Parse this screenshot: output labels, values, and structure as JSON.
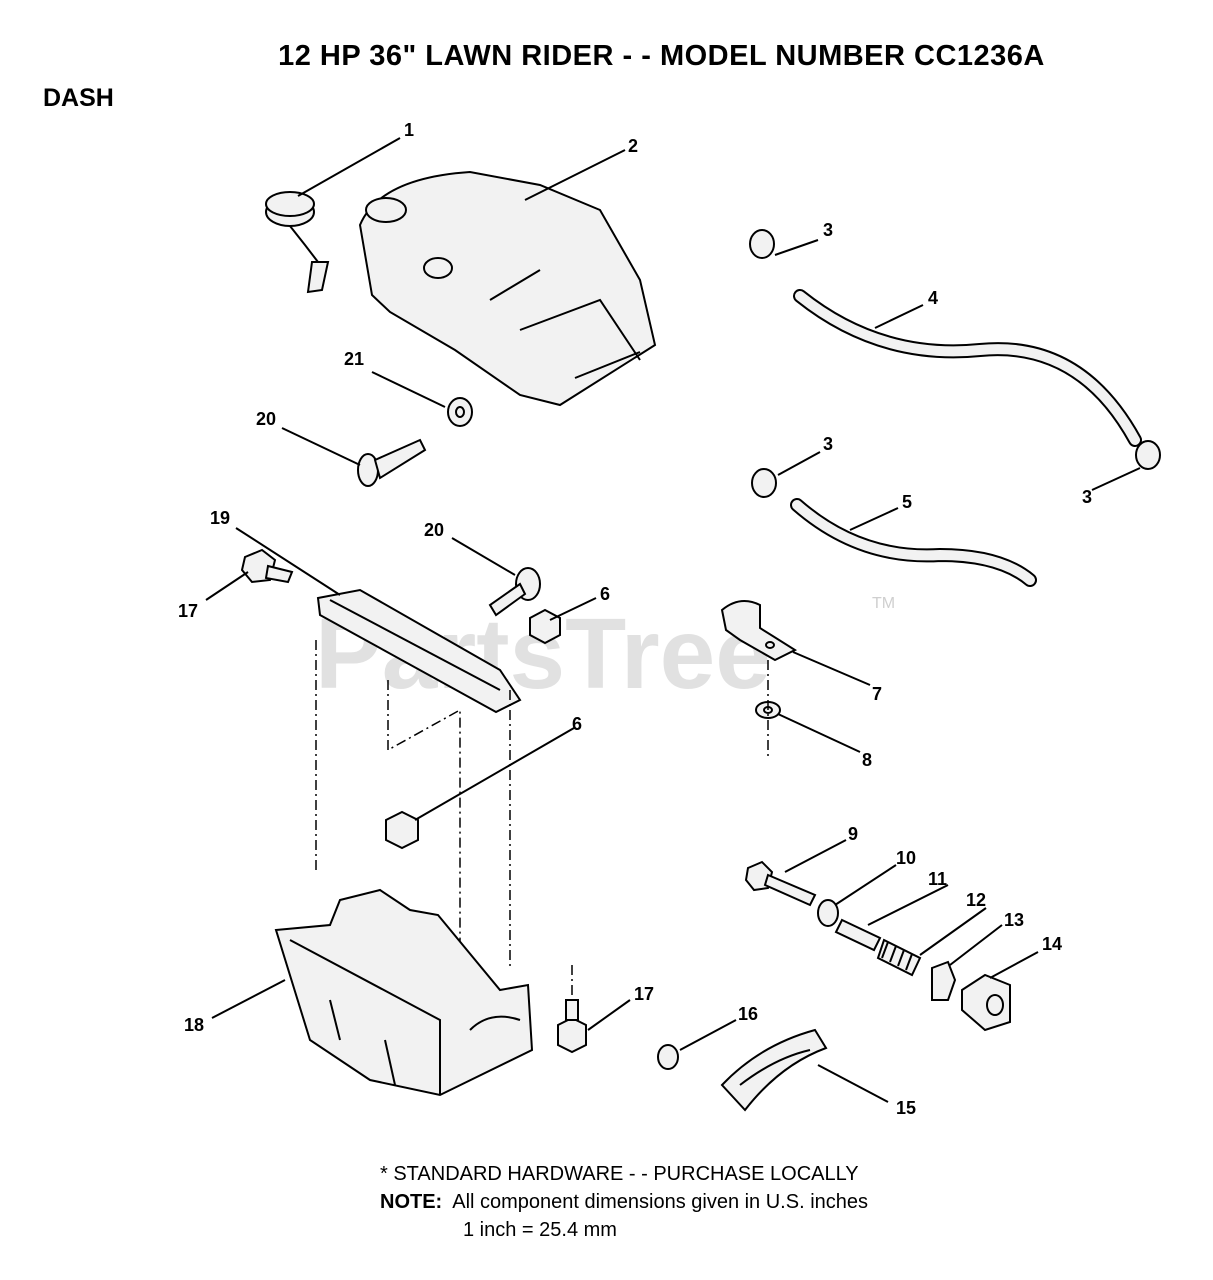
{
  "title": "12 HP 36\" LAWN RIDER - - MODEL NUMBER CC1236A",
  "section": "DASH",
  "watermark": "PartsTree",
  "watermark_tm": "TM",
  "callouts": [
    "1",
    "2",
    "3",
    "4",
    "3",
    "3",
    "5",
    "21",
    "20",
    "19",
    "20",
    "6",
    "17",
    "7",
    "6",
    "8",
    "9",
    "10",
    "11",
    "12",
    "13",
    "14",
    "18",
    "17",
    "16",
    "15"
  ],
  "footnote": {
    "standard": "* STANDARD HARDWARE - - PURCHASE LOCALLY",
    "note_label": "NOTE:",
    "note_text": "All component dimensions given in U.S. inches",
    "conversion": "1 inch = 25.4 mm"
  }
}
